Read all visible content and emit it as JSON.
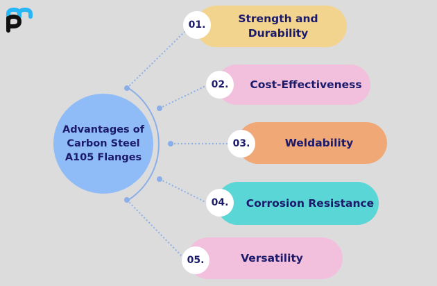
{
  "logo": {
    "icon": "pm-logo-icon",
    "colors": {
      "top": "#29b6f6",
      "bottom": "#111111"
    }
  },
  "center": {
    "title": "Advantages of Carbon Steel A105 Flanges",
    "color": "#8fbcf7"
  },
  "items": [
    {
      "number": "01.",
      "label": "Strength and Durability",
      "color": "#f2d48f"
    },
    {
      "number": "02.",
      "label": "Cost-Effectiveness",
      "color": "#f2bfdc"
    },
    {
      "number": "03.",
      "label": "Weldability",
      "color": "#f0a877"
    },
    {
      "number": "04.",
      "label": "Corrosion Resistance",
      "color": "#5ad6d6"
    },
    {
      "number": "05.",
      "label": "Versatility",
      "color": "#f2bfdc"
    }
  ],
  "colors": {
    "text": "#1b1a6b",
    "connector": "#8aaee8",
    "background": "#dcdcdc"
  }
}
